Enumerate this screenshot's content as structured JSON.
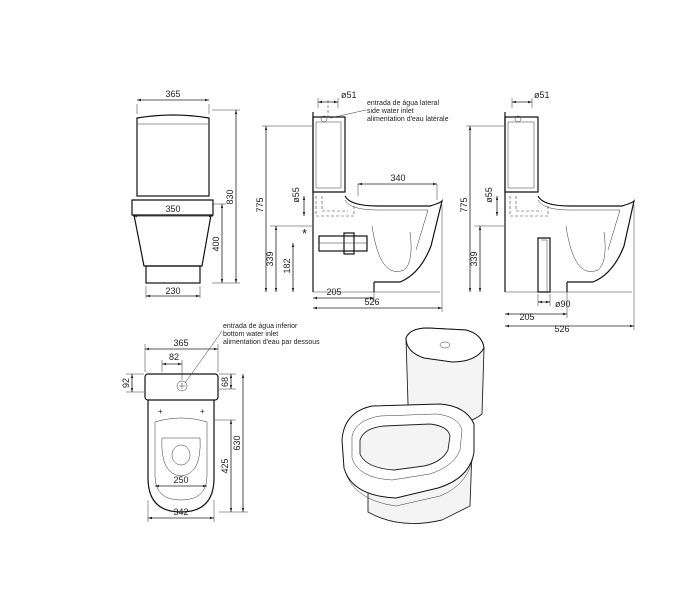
{
  "front_view": {
    "top_width": "365",
    "mid_width": "350",
    "base_width": "230",
    "total_height": "830",
    "pan_height": "400"
  },
  "side_view_lateral": {
    "supply_diameter": "ø51",
    "note_lines": [
      "entrada de água lateral",
      "side water inlet",
      "alimentation d'eau latérale"
    ],
    "tank_height": "775",
    "flush_diameter": "ø55",
    "seat_depth": "340",
    "outlet_height": "339",
    "inlet_height": "182",
    "wall_distance": "205",
    "total_depth": "526",
    "wall_mark": "*"
  },
  "side_view_floor": {
    "supply_diameter": "ø51",
    "tank_height": "775",
    "flush_diameter": "ø55",
    "outlet_height": "339",
    "outlet_diameter": "ø90",
    "wall_distance": "205",
    "total_depth": "526"
  },
  "top_view": {
    "note_lines": [
      "entrada de água inferior",
      "bottom water inlet",
      "alimentation d'eau par dessous"
    ],
    "tank_width": "365",
    "inlet_offset": "82",
    "tank_front_depth": "92",
    "tank_back_depth": "68",
    "total_length": "630",
    "bowl_length": "425",
    "bowl_inner_width": "250",
    "bowl_width": "342"
  }
}
